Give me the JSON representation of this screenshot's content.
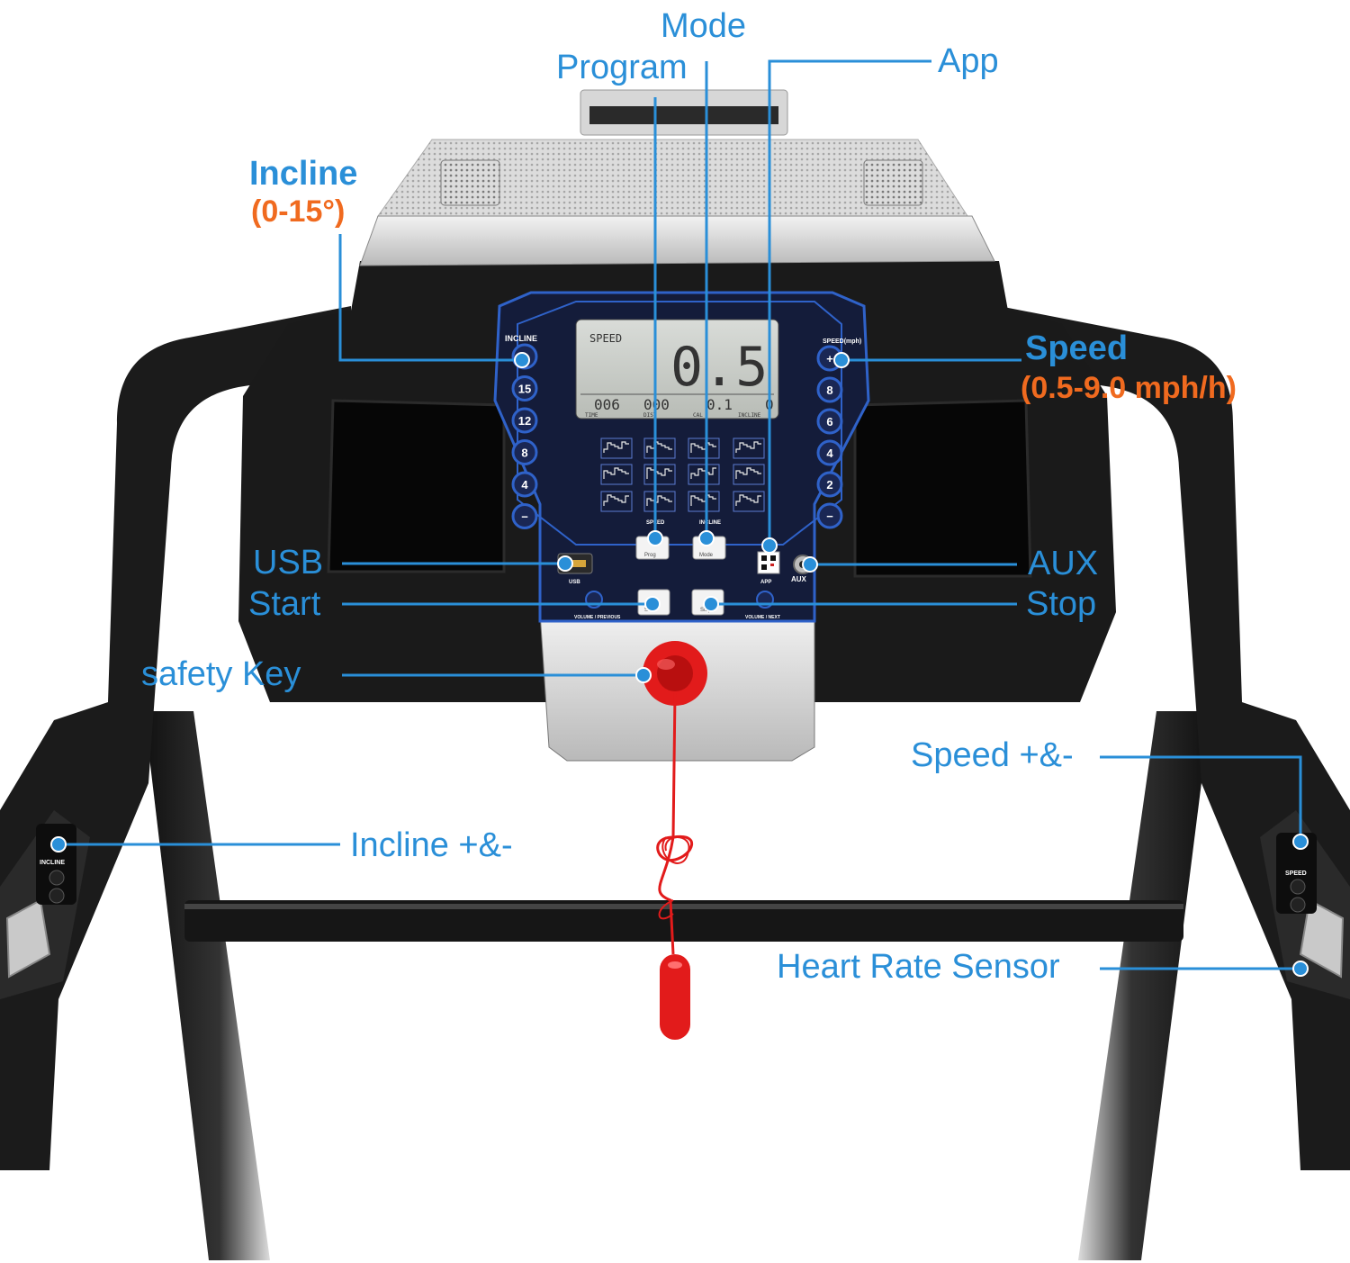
{
  "callouts": {
    "mode": "Mode",
    "program": "Program",
    "app": "App",
    "incline_title": "Incline",
    "incline_range": "(0-15°)",
    "speed_title": "Speed",
    "speed_range": "(0.5-9.0 mph/h)",
    "usb": "USB",
    "start": "Start",
    "aux": "AUX",
    "stop": "Stop",
    "safety_key": "safety Key",
    "speed_plus_minus": "Speed +&-",
    "incline_plus_minus": "Incline +&-",
    "heart_rate_sensor": "Heart Rate Sensor"
  },
  "console": {
    "incline_header": "INCLINE",
    "speed_header": "SPEED(mph)",
    "incline_buttons": [
      "+",
      "15",
      "12",
      "8",
      "4",
      "−"
    ],
    "speed_buttons": [
      "+",
      "8",
      "6",
      "4",
      "2",
      "−"
    ],
    "lcd_main_label": "SPEED",
    "lcd_main_value": "0.5",
    "lcd_readouts": [
      "006",
      "000",
      "0.1",
      "0"
    ],
    "lcd_sublabels": [
      "TIME",
      "DIST",
      "CAL",
      "INCLINE"
    ],
    "speed_incline_divider_left": "SPEED",
    "speed_incline_divider_right": "INCLINE",
    "prog_button": "Prog",
    "mode_button": "Mode",
    "app_label": "APP",
    "aux_port_label": "AUX",
    "usb_port_label": "USB",
    "volume_prev_label": "VOLUME / PREVIOUS",
    "volume_next_label": "VOLUME / NEXT",
    "start_button": "Start",
    "stop_button": "Stop",
    "left_grip_label": "INCLINE",
    "right_grip_label": "SPEED"
  },
  "colors": {
    "callout_blue": "#2a8fd8",
    "range_orange": "#f06a1f",
    "console_black": "#1a1a1a",
    "panel_navy": "#141c3a",
    "panel_blue_trim": "#2f62c9",
    "safety_key_red": "#e21b1b"
  }
}
